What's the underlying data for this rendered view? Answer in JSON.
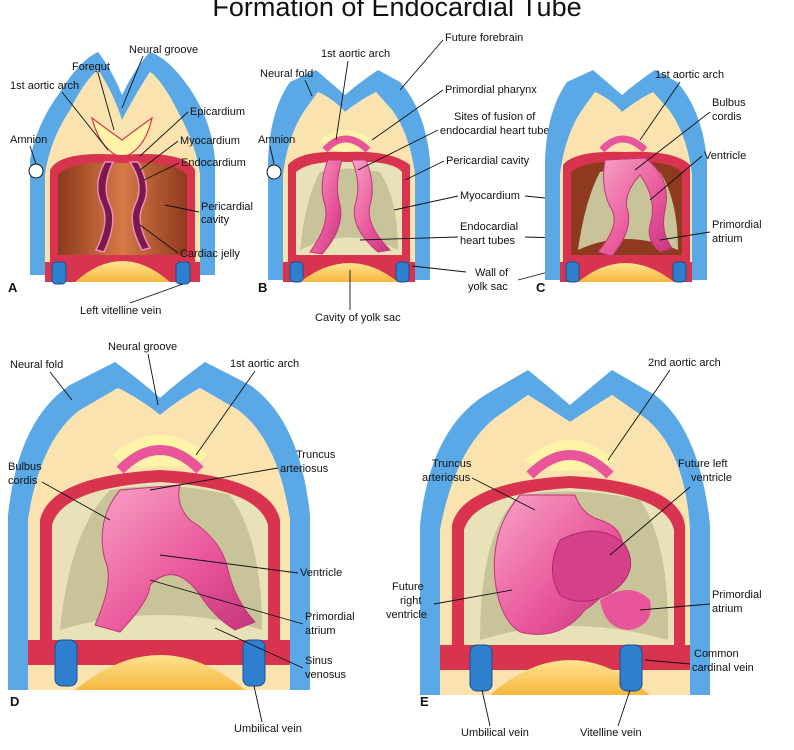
{
  "title": "Formation of Endocardial Tube",
  "panels": {
    "a": {
      "letter": "A",
      "labels": {
        "neural_groove": "Neural groove",
        "foregut": "Foregut",
        "aortic_arch": "1st aortic arch",
        "epicardium": "Epicardium",
        "amnion": "Amnion",
        "myocardium": "Myocardium",
        "endocardium": "Endocardium",
        "pericardial_cavity_1": "Pericardial",
        "pericardial_cavity_2": "cavity",
        "cardiac_jelly": "Cardiac jelly",
        "left_vitelline_vein": "Left vitelline vein"
      }
    },
    "b": {
      "letter": "B",
      "labels": {
        "neural_fold": "Neural fold",
        "aortic_arch": "1st aortic arch",
        "amnion": "Amnion",
        "future_forebrain": "Future forebrain",
        "primordial_pharynx": "Primordial pharynx",
        "sites_fusion_1": "Sites of fusion of",
        "sites_fusion_2": "endocardial heart tubes",
        "pericardial_cavity": "Pericardial cavity",
        "myocardium": "Myocardium",
        "endocardial_1": "Endocardial",
        "endocardial_2": "heart tubes",
        "wall_yolk_1": "Wall of",
        "wall_yolk_2": "yolk sac",
        "cavity_yolk_sac": "Cavity of yolk sac"
      }
    },
    "c": {
      "letter": "C",
      "labels": {
        "aortic_arch": "1st aortic arch",
        "bulbus_1": "Bulbus",
        "bulbus_2": "cordis",
        "ventricle": "Ventricle",
        "primordial_atrium_1": "Primordial",
        "primordial_atrium_2": "atrium"
      }
    },
    "d": {
      "letter": "D",
      "labels": {
        "neural_fold": "Neural fold",
        "neural_groove": "Neural groove",
        "aortic_arch": "1st aortic arch",
        "bulbus_1": "Bulbus",
        "bulbus_2": "cordis",
        "truncus_1": "Truncus",
        "truncus_2": "arteriosus",
        "ventricle": "Ventricle",
        "primordial_atrium_1": "Primordial",
        "primordial_atrium_2": "atrium",
        "sinus_1": "Sinus",
        "sinus_2": "venosus",
        "umbilical_vein": "Umbilical vein"
      }
    },
    "e": {
      "letter": "E",
      "labels": {
        "aortic_arch_2": "2nd aortic arch",
        "truncus_1": "Truncus",
        "truncus_2": "arteriosus",
        "future_left_1": "Future left",
        "future_left_2": "ventricle",
        "future_right_1": "Future",
        "future_right_2": "right",
        "future_right_3": "ventricle",
        "primordial_atrium_1": "Primordial",
        "primordial_atrium_2": "atrium",
        "common_cardinal_1": "Common",
        "common_cardinal_2": "cardinal vein",
        "umbilical_vein": "Umbilical vein",
        "vitelline_vein": "Vitelline vein"
      }
    }
  },
  "colors": {
    "ectoderm": "#5aa9e6",
    "tissue": "#fbe3b0",
    "pale_yellow": "#fff4a8",
    "wall": "#d9344f",
    "cavity": "#c0603a",
    "heart": "#ec5b9a",
    "myocardium": "#c9c39a",
    "vein": "#2f7fcf",
    "yolk": "#ffcf6a"
  }
}
